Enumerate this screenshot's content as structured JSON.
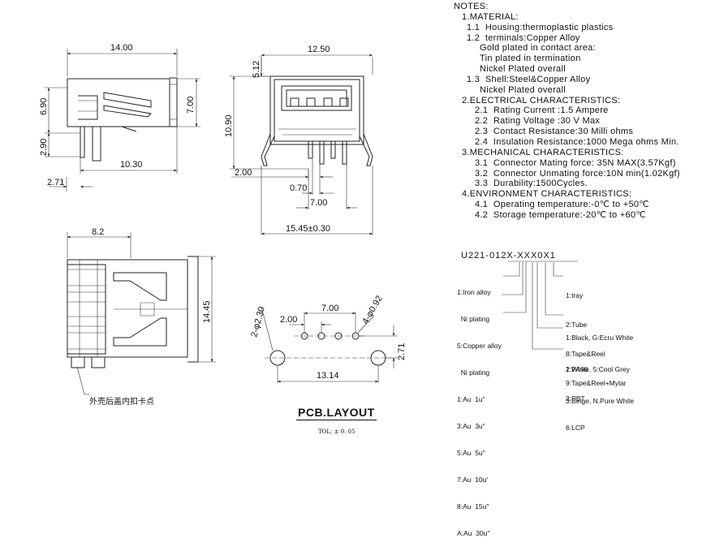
{
  "side_view": {
    "dims": {
      "length": "14.00",
      "height": "7.00",
      "upper": "6.90",
      "lower": "2.90",
      "bottom": "10.30",
      "offset": "2.71"
    }
  },
  "front_view": {
    "dims": {
      "width": "12.50",
      "top": "5.12",
      "height": "10.90",
      "pitch_a": "2.00",
      "pitch_b": "0.70",
      "pitch_c": "7.00",
      "overall": "15.45±0.30"
    }
  },
  "top_view": {
    "dims": {
      "width": "8.2",
      "length": "14.45"
    },
    "annotation": "外壳后盖内扣卡点"
  },
  "pcb_layout": {
    "title": "PCB.LAYOUT",
    "tolerance": "TOL: ± 0. 05",
    "dims": {
      "hole_large": "2-φ2.30",
      "hole_small": "4-φ0.92",
      "pitch": "2.00",
      "span": "7.00",
      "overall": "13.14",
      "offset": "2.71"
    }
  },
  "notes": {
    "header": "NOTES:",
    "lines": [
      {
        "level": 1,
        "text": "1.MATERIAL:"
      },
      {
        "level": 2,
        "text": "1.1  Housing:thermoplastic plastics"
      },
      {
        "level": 2,
        "text": "1.2  terminals:Copper Alloy"
      },
      {
        "level": 3,
        "text": "Gold plated in contact area:"
      },
      {
        "level": 3,
        "text": "Tin plated in termination"
      },
      {
        "level": 3,
        "text": "Nickel Plated overall"
      },
      {
        "level": 2,
        "text": "1.3  Shell:Steel&Copper Alloy"
      },
      {
        "level": 3,
        "text": "Nickel Plated overall"
      },
      {
        "level": 1,
        "text": "2.ELECTRICAL CHARACTERISTICS:"
      },
      {
        "level": 4,
        "text": "2.1  Rating Current :1.5 Ampere"
      },
      {
        "level": 4,
        "text": "2.2  Rating Voltage :30 V Max"
      },
      {
        "level": 4,
        "text": "2.3  Contact Resistance:30 Milli ohms"
      },
      {
        "level": 4,
        "text": "2.4  Insulation Resistance:1000 Mega ohms Min."
      },
      {
        "level": 1,
        "text": "3.MECHANICAL CHARACTERISTICS:"
      },
      {
        "level": 4,
        "text": "3.1  Connector Mating force: 35N MAX(3.57Kgf)"
      },
      {
        "level": 4,
        "text": "3.2  Connector Unmating force:10N min(1.02Kgf)"
      },
      {
        "level": 4,
        "text": "3.3  Durability:1500Cycles."
      },
      {
        "level": 1,
        "text": "4.ENVIRONMENT CHARACTERISTICS:"
      },
      {
        "level": 4,
        "text": "4.1  Operating temperature:-0℃ to +50℃"
      },
      {
        "level": 4,
        "text": "4.2  Storage temperature:-20℃ to +60℃"
      }
    ]
  },
  "part_number": {
    "code": "U221-012X-XXX0X1",
    "left_options": [
      "1:Iron alloy",
      "  Ni plating",
      "5:Copper alloy",
      "  Ni plating",
      "1:Au  1u\"",
      "3:Au  3u\"",
      "5:Au  5u\"",
      "7:Au  10u'",
      "8:Au  15u\"",
      "A:Au  30u\""
    ],
    "packaging_options": [
      "1:tray",
      "2:Tube",
      "8:Tape&Reel",
      "9:Tape&Reel+Mylar"
    ],
    "color_options": [
      "1:Black, G:Ecru White",
      "2:White, 5:Cool Grey",
      "3:Beige, N.Pure White"
    ],
    "material_options": [
      "1:PA66",
      "2:PBT",
      "6:LCP"
    ]
  }
}
